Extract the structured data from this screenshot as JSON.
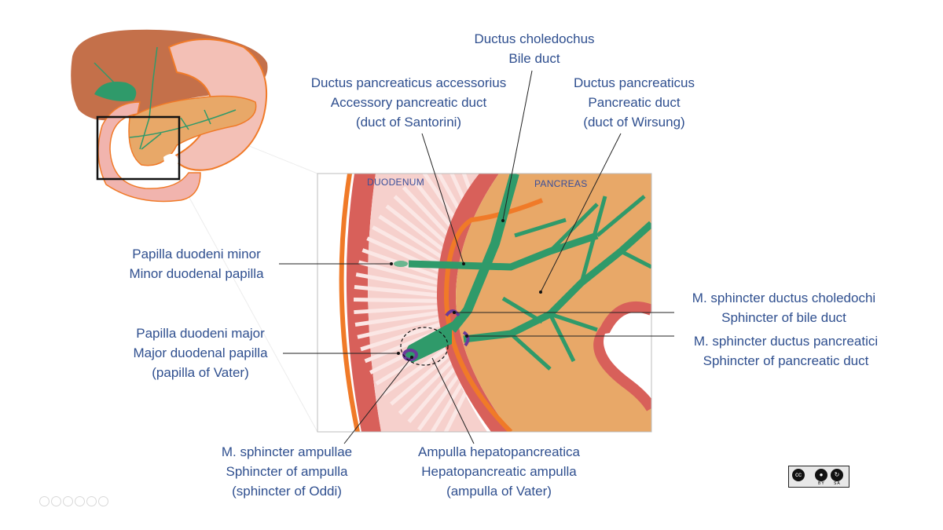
{
  "labels": {
    "bile_duct": [
      "Ductus choledochus",
      "Bile duct"
    ],
    "accessory_duct": [
      "Ductus pancreaticus accessorius",
      "Accessory pancreatic duct",
      "(duct of Santorini)"
    ],
    "pancreatic_duct": [
      "Ductus pancreaticus",
      "Pancreatic duct",
      "(duct of Wirsung)"
    ],
    "minor_papilla": [
      "Papilla duodeni minor",
      "Minor duodenal papilla"
    ],
    "major_papilla": [
      "Papilla duodeni major",
      "Major duodenal papilla",
      "(papilla of Vater)"
    ],
    "sphincter_bile": [
      "M. sphincter ductus choledochi",
      "Sphincter of bile duct"
    ],
    "sphincter_pancreatic": [
      "M. sphincter ductus pancreatici",
      "Sphincter of pancreatic duct"
    ],
    "sphincter_ampulla": [
      "M. sphincter ampullae",
      "Sphincter of ampulla",
      "(sphincter of Oddi)"
    ],
    "ampulla": [
      "Ampulla hepatopancreatica",
      "Hepatopancreatic ampulla",
      "(ampulla of Vater)"
    ]
  },
  "inset_labels": {
    "duodenum": "DUODENUM",
    "pancreas": "PANCREAS"
  },
  "license": {
    "badge": "cc",
    "by": "BY",
    "sa": "SA"
  },
  "colors": {
    "text": "#2f4f8f",
    "duct_green": "#2f9a6a",
    "pancreas": "#e8a868",
    "duodenum_wall": "#d8605a",
    "orange_outline": "#f07a28",
    "liver": "#c4704a",
    "sphincter_purple": "#6a3a9a"
  }
}
